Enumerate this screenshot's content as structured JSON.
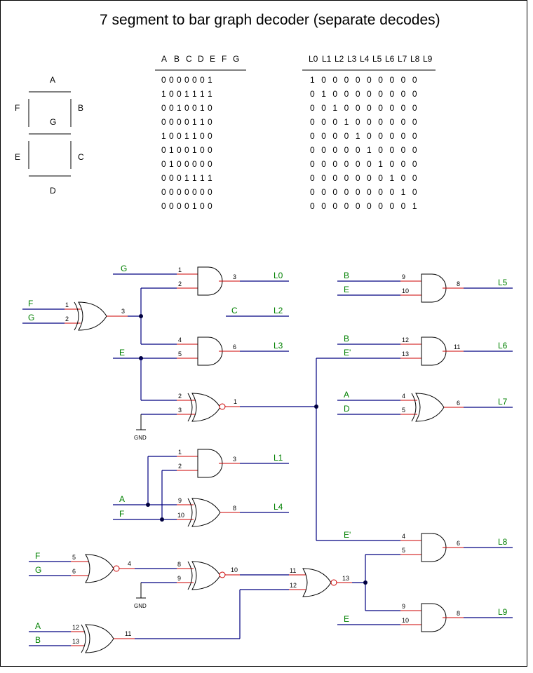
{
  "title": "7 segment to bar graph decoder (separate decodes)",
  "segments": [
    "A",
    "B",
    "C",
    "D",
    "E",
    "F",
    "G"
  ],
  "segment_table": {
    "headers": [
      "A",
      "B",
      "C",
      "D",
      "E",
      "F",
      "G"
    ],
    "rows": [
      "0 0 0 0 0 0 1",
      "1 0 0 1 1 1 1",
      "0 0 1 0 0 1 0",
      "0 0 0 0 1 1 0",
      "1 0 0 1 1 0 0",
      "0 1 0 0 1 0 0",
      "0 1 0 0 0 0 0",
      "0 0 0 1 1 1 1",
      "0 0 0 0 0 0 0",
      "0 0 0 0 1 0 0"
    ]
  },
  "bar_table": {
    "headers": [
      "L0",
      "L1",
      "L2",
      "L3",
      "L4",
      "L5",
      "L6",
      "L7",
      "L8",
      "L9"
    ],
    "rows": [
      "1 0 0 0 0 0 0 0 0 0",
      "0 1 0 0 0 0 0 0 0 0",
      "0 0 1 0 0 0 0 0 0 0",
      "0 0 0 1 0 0 0 0 0 0",
      "0 0 0 0 1 0 0 0 0 0",
      "0 0 0 0 0 1 0 0 0 0",
      "0 0 0 0 0 0 1 0 0 0",
      "0 0 0 0 0 0 0 1 0 0",
      "0 0 0 0 0 0 0 0 1 0",
      "0 0 0 0 0 0 0 0 0 1"
    ]
  },
  "signals": {
    "G": "G",
    "F": "F",
    "E": "E",
    "A": "A",
    "B": "B",
    "C": "C",
    "D": "D",
    "E_not": "E'",
    "L0": "L0",
    "L1": "L1",
    "L2": "L2",
    "L3": "L3",
    "L4": "L4",
    "L5": "L5",
    "L6": "L6",
    "L7": "L7",
    "L8": "L8",
    "L9": "L9",
    "gnd": "GND"
  },
  "pins": {
    "p1": "1",
    "p2": "2",
    "p3": "3",
    "p4": "4",
    "p5": "5",
    "p6": "6",
    "p8": "8",
    "p9": "9",
    "p10": "10",
    "p11": "11",
    "p12": "12",
    "p13": "13"
  }
}
